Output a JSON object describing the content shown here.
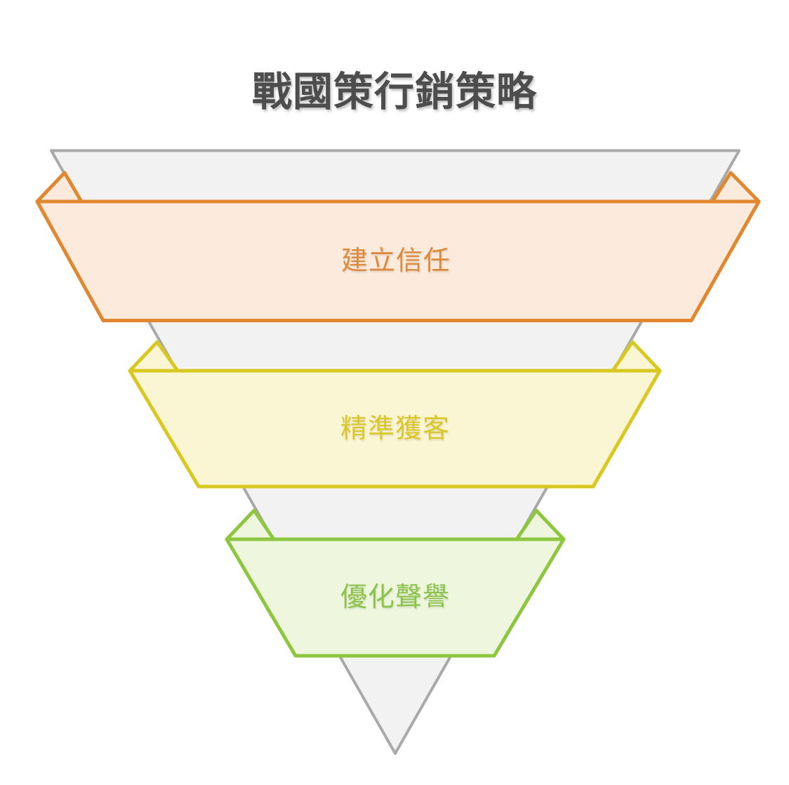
{
  "title": "戰國策行銷策略",
  "colors": {
    "background": "#FFFFFF",
    "title_text": "#4D4D4D",
    "funnel_fill": "#F2F2F2",
    "funnel_stroke": "#A9A9A9"
  },
  "funnel": {
    "levels": [
      {
        "label": "建立信任",
        "fill": "#FCEBDC",
        "stroke": "#E0872F",
        "text_color": "#DC8B3E"
      },
      {
        "label": "精準獲客",
        "fill": "#FAF6D3",
        "stroke": "#D9C822",
        "text_color": "#DBC72B"
      },
      {
        "label": "優化聲譽",
        "fill": "#EEF7DD",
        "stroke": "#8DC63F",
        "text_color": "#8CC34B"
      }
    ]
  }
}
